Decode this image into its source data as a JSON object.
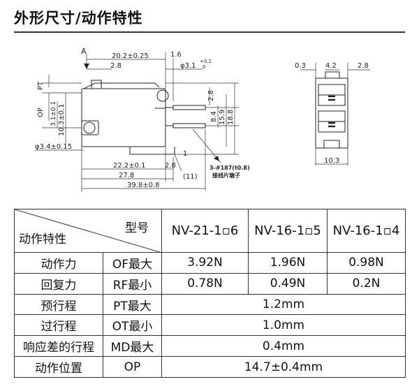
{
  "title": "外形尺寸/动作特性",
  "drawing": {
    "arrow_label": "A",
    "dim_top_20": "20.2±0.25",
    "dim_top_1p6": "1.6",
    "dim_top_2p8": "2.8",
    "dim_hole": "φ3.1",
    "dim_hole_tol_upper": "+0.1",
    "dim_hole_tol_lower": "0",
    "pt_label": "PT",
    "op_label": "OP",
    "dim_3p1": "3.1±0.1",
    "dim_10p3": "10.3±0.1",
    "dim_phi34": "φ3.4±0.15",
    "dim_right_2p8": "2.8",
    "dim_8p4": "8.4",
    "dim_15p9": "15.9",
    "dim_18p8": "18.8",
    "dim_22p2": "22.2±0.1",
    "dim_27p8": "27.8",
    "dim_39p8": "39.8±0.8",
    "dim_bottom_2p8": "2.8",
    "dim_1": "1",
    "dim_11": "(11)",
    "terminal_label_1": "3-#187(t0.8)",
    "terminal_label_2": "接线片端子",
    "side_0p3": "0.3",
    "side_4p2": "4.2",
    "side_2p8": "2.8",
    "side_10p3": "10.3"
  },
  "table": {
    "header_model": "型号",
    "header_characteristics": "动作特性",
    "models": [
      "NV-21-1▫6",
      "NV-16-1▫5",
      "NV-16-1▫4"
    ],
    "rows": [
      {
        "name": "动作力",
        "param": "OF最大",
        "values": [
          "3.92N",
          "1.96N",
          "0.98N"
        ]
      },
      {
        "name": "回复力",
        "param": "RF最小",
        "values": [
          "0.78N",
          "0.49N",
          "0.2N"
        ]
      },
      {
        "name": "预行程",
        "param": "PT最大",
        "value": "1.2mm"
      },
      {
        "name": "过行程",
        "param": "OT最小",
        "value": "1.0mm"
      },
      {
        "name": "响应差的行程",
        "param": "MD最大",
        "value": "0.4mm"
      },
      {
        "name": "动作位置",
        "param": "OP",
        "value": "14.7±0.4mm"
      }
    ]
  }
}
